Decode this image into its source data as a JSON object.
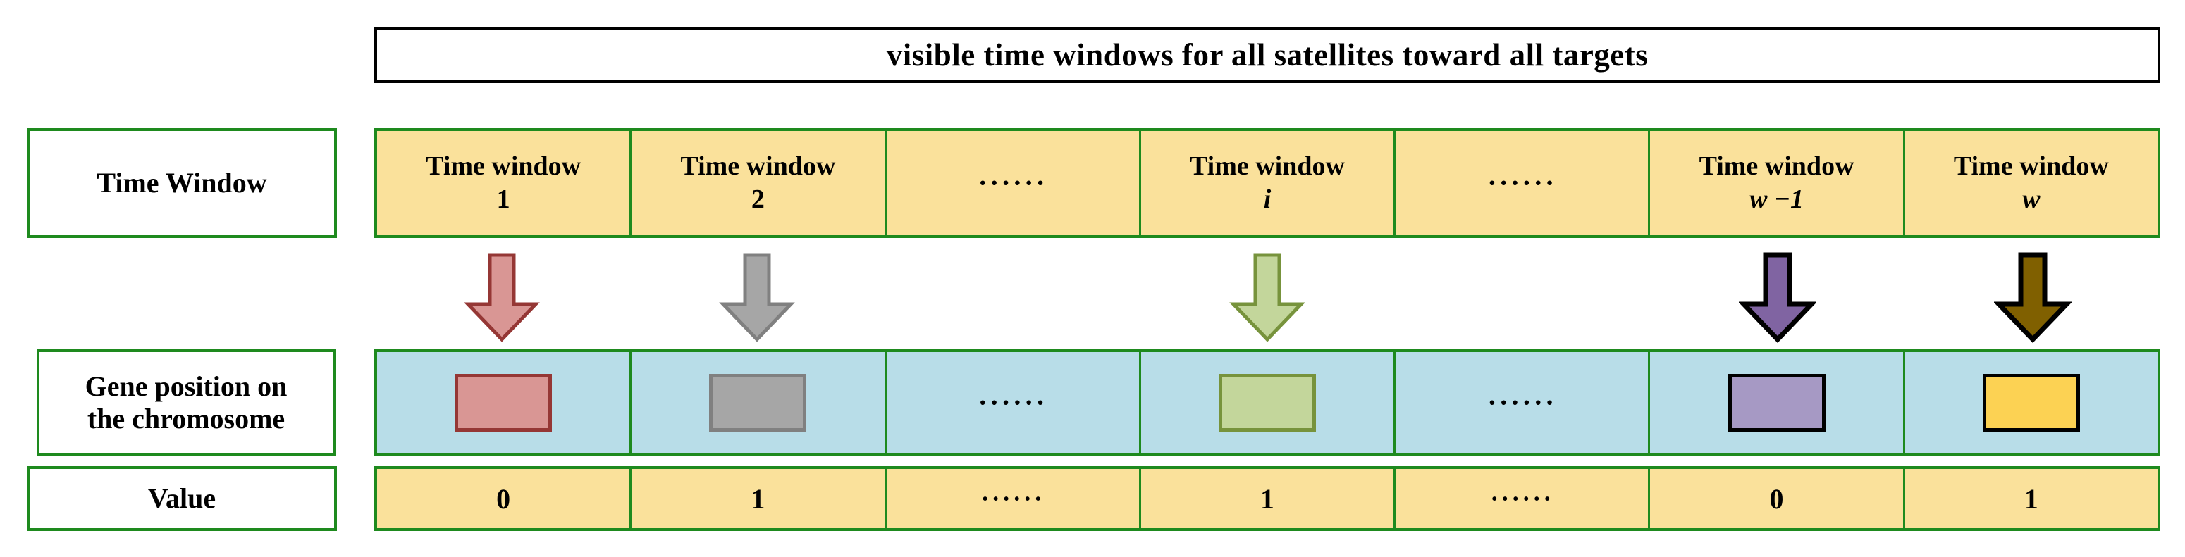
{
  "title": {
    "text": "visible time windows for all satellites toward all targets"
  },
  "row_labels": {
    "time_window": "Time Window",
    "gene_position_line1": "Gene position on",
    "gene_position_line2": "the chromosome",
    "value": "Value"
  },
  "ellipsis_glyph": "······",
  "columns": [
    {
      "id": "tw-1",
      "kind": "window",
      "prefix": "Time window",
      "index": "1",
      "index_italic": false,
      "arrow": {
        "present": true,
        "name": "arrow-down-red",
        "fill": "#D99694",
        "stroke": "#953735",
        "stroke_width": 5
      },
      "chip": {
        "present": true,
        "name": "gene-chip-red",
        "class": "red",
        "fill": "#D99694",
        "stroke": "#953735"
      },
      "value": "0"
    },
    {
      "id": "tw-2",
      "kind": "window",
      "prefix": "Time window",
      "index": "2",
      "index_italic": false,
      "arrow": {
        "present": true,
        "name": "arrow-down-gray",
        "fill": "#A6A6A6",
        "stroke": "#808080",
        "stroke_width": 5
      },
      "chip": {
        "present": true,
        "name": "gene-chip-gray",
        "class": "gray",
        "fill": "#A6A6A6",
        "stroke": "#808080"
      },
      "value": "1"
    },
    {
      "id": "ellipsis-left",
      "kind": "ellipsis",
      "prefix": "······",
      "index": "",
      "index_italic": false,
      "arrow": {
        "present": false
      },
      "chip": {
        "present": false
      },
      "value": "······"
    },
    {
      "id": "tw-i",
      "kind": "window",
      "prefix": "Time window",
      "index": "i",
      "index_italic": true,
      "arrow": {
        "present": true,
        "name": "arrow-down-green",
        "fill": "#C3D69B",
        "stroke": "#77933C",
        "stroke_width": 5
      },
      "chip": {
        "present": true,
        "name": "gene-chip-green",
        "class": "green",
        "fill": "#C3D69B",
        "stroke": "#77933C"
      },
      "value": "1"
    },
    {
      "id": "ellipsis-right",
      "kind": "ellipsis",
      "prefix": "······",
      "index": "",
      "index_italic": false,
      "arrow": {
        "present": false
      },
      "chip": {
        "present": false
      },
      "value": "······"
    },
    {
      "id": "tw-w-minus-1",
      "kind": "window",
      "prefix": "Time window",
      "index": "w −1",
      "index_italic": true,
      "arrow": {
        "present": true,
        "name": "arrow-down-purple",
        "fill": "#8064A2",
        "stroke": "#000000",
        "stroke_width": 7
      },
      "chip": {
        "present": true,
        "name": "gene-chip-purple",
        "class": "purple",
        "fill": "#A699C4",
        "stroke": "#000000"
      },
      "value": "0"
    },
    {
      "id": "tw-w",
      "kind": "window",
      "prefix": "Time window",
      "index": "w",
      "index_italic": true,
      "arrow": {
        "present": true,
        "name": "arrow-down-gold",
        "fill": "#806000",
        "stroke": "#000000",
        "stroke_width": 7
      },
      "chip": {
        "present": true,
        "name": "gene-chip-gold",
        "class": "gold",
        "fill": "#FCD253",
        "stroke": "#000000"
      },
      "value": "1"
    }
  ],
  "colors": {
    "grid_border": "#1E8A1E",
    "window_row_fill": "#FAE19B",
    "chromosome_row_fill": "#B8DDE8",
    "value_row_fill": "#FAE19B",
    "title_border": "#000000",
    "label_fill": "#FFFFFF"
  }
}
